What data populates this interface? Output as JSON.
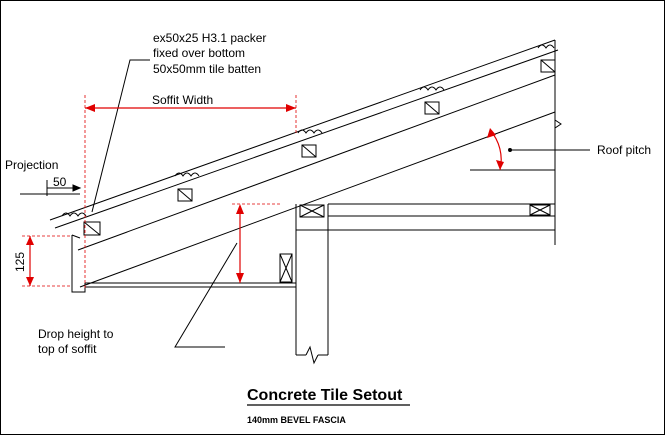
{
  "annotations": {
    "packer_line1": "ex50x25 H3.1 packer",
    "packer_line2": "fixed over bottom",
    "packer_line3": "50x50mm tile batten",
    "soffit_width": "Soffit Width",
    "projection": "Projection",
    "projection_value": "50",
    "fascia_height": "125",
    "roof_pitch": "Roof pitch",
    "drop_line1": "Drop height to",
    "drop_line2": "top of soffit"
  },
  "title": "Concrete Tile Setout",
  "subtitle": "140mm BEVEL FASCIA",
  "colors": {
    "line": "#000000",
    "dimension": "#e00000"
  }
}
